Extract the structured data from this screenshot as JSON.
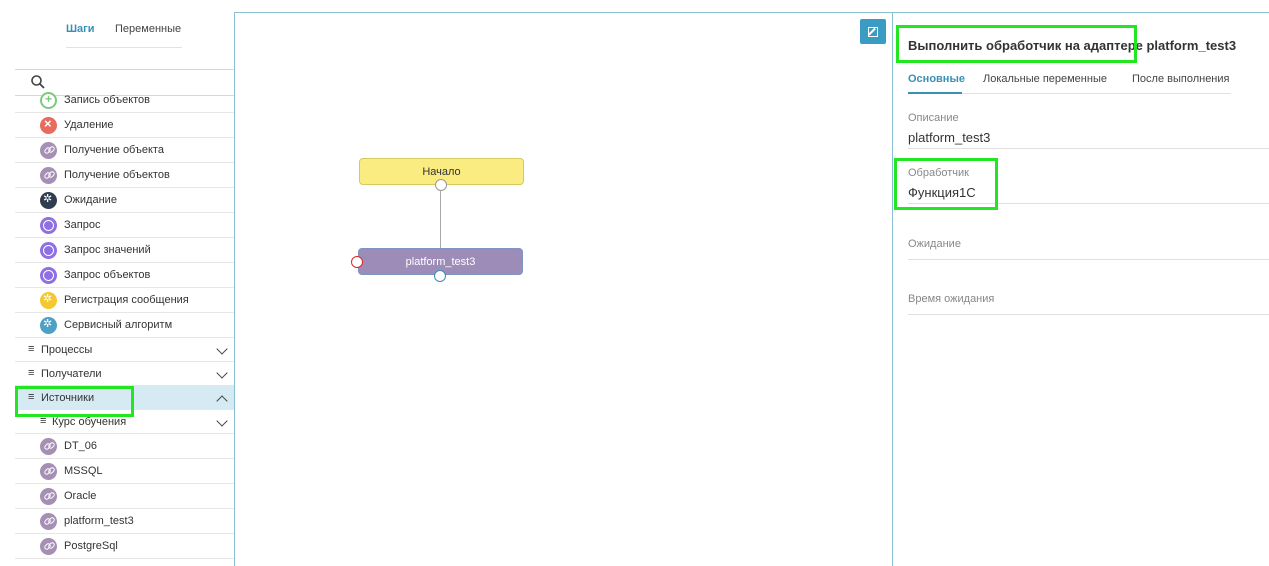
{
  "sidebar": {
    "tabs": {
      "steps": "Шаги",
      "variables": "Переменные"
    },
    "search": {
      "placeholder": ""
    },
    "items": [
      {
        "label": "Запись объектов",
        "icon": "add-icon"
      },
      {
        "label": "Удаление",
        "icon": "delete-icon"
      },
      {
        "label": "Получение объекта",
        "icon": "link-icon"
      },
      {
        "label": "Получение объектов",
        "icon": "link-icon"
      },
      {
        "label": "Ожидание",
        "icon": "gear-icon"
      },
      {
        "label": "Запрос",
        "icon": "circle-icon"
      },
      {
        "label": "Запрос значений",
        "icon": "circle-icon"
      },
      {
        "label": "Запрос объектов",
        "icon": "circle-icon"
      },
      {
        "label": "Регистрация сообщения",
        "icon": "gear-icon"
      },
      {
        "label": "Сервисный алгоритм",
        "icon": "gear-icon"
      }
    ],
    "groups": {
      "processes": "Процессы",
      "receivers": "Получатели",
      "sources": "Источники",
      "course": "Курс обучения"
    },
    "group_glyph": "≡",
    "sources": [
      {
        "label": "DT_06",
        "icon": "link-icon"
      },
      {
        "label": "MSSQL",
        "icon": "link-icon"
      },
      {
        "label": "Oracle",
        "icon": "link-icon"
      },
      {
        "label": "platform_test3",
        "icon": "link-icon"
      },
      {
        "label": "PostgreSql",
        "icon": "link-icon"
      }
    ]
  },
  "canvas": {
    "nodes": {
      "start": "Начало",
      "adapter": "platform_test3"
    }
  },
  "panel": {
    "title": "Выполнить обработчик на адаптере platform_test3",
    "tabs": {
      "main": "Основные",
      "local_vars": "Локальные переменные",
      "after": "После выполнения"
    },
    "fields": {
      "description": {
        "label": "Описание",
        "value": "platform_test3"
      },
      "handler": {
        "label": "Обработчик",
        "value": "Функция1С"
      },
      "waiting": {
        "label": "Ожидание",
        "value": ""
      },
      "wait_time": {
        "label": "Время ожидания",
        "value": ""
      }
    }
  },
  "colors": {
    "accent": "#3a8fb7",
    "highlight": "#22e622",
    "start_node": "#fbec82",
    "adapter_node": "#9d8bb8"
  }
}
